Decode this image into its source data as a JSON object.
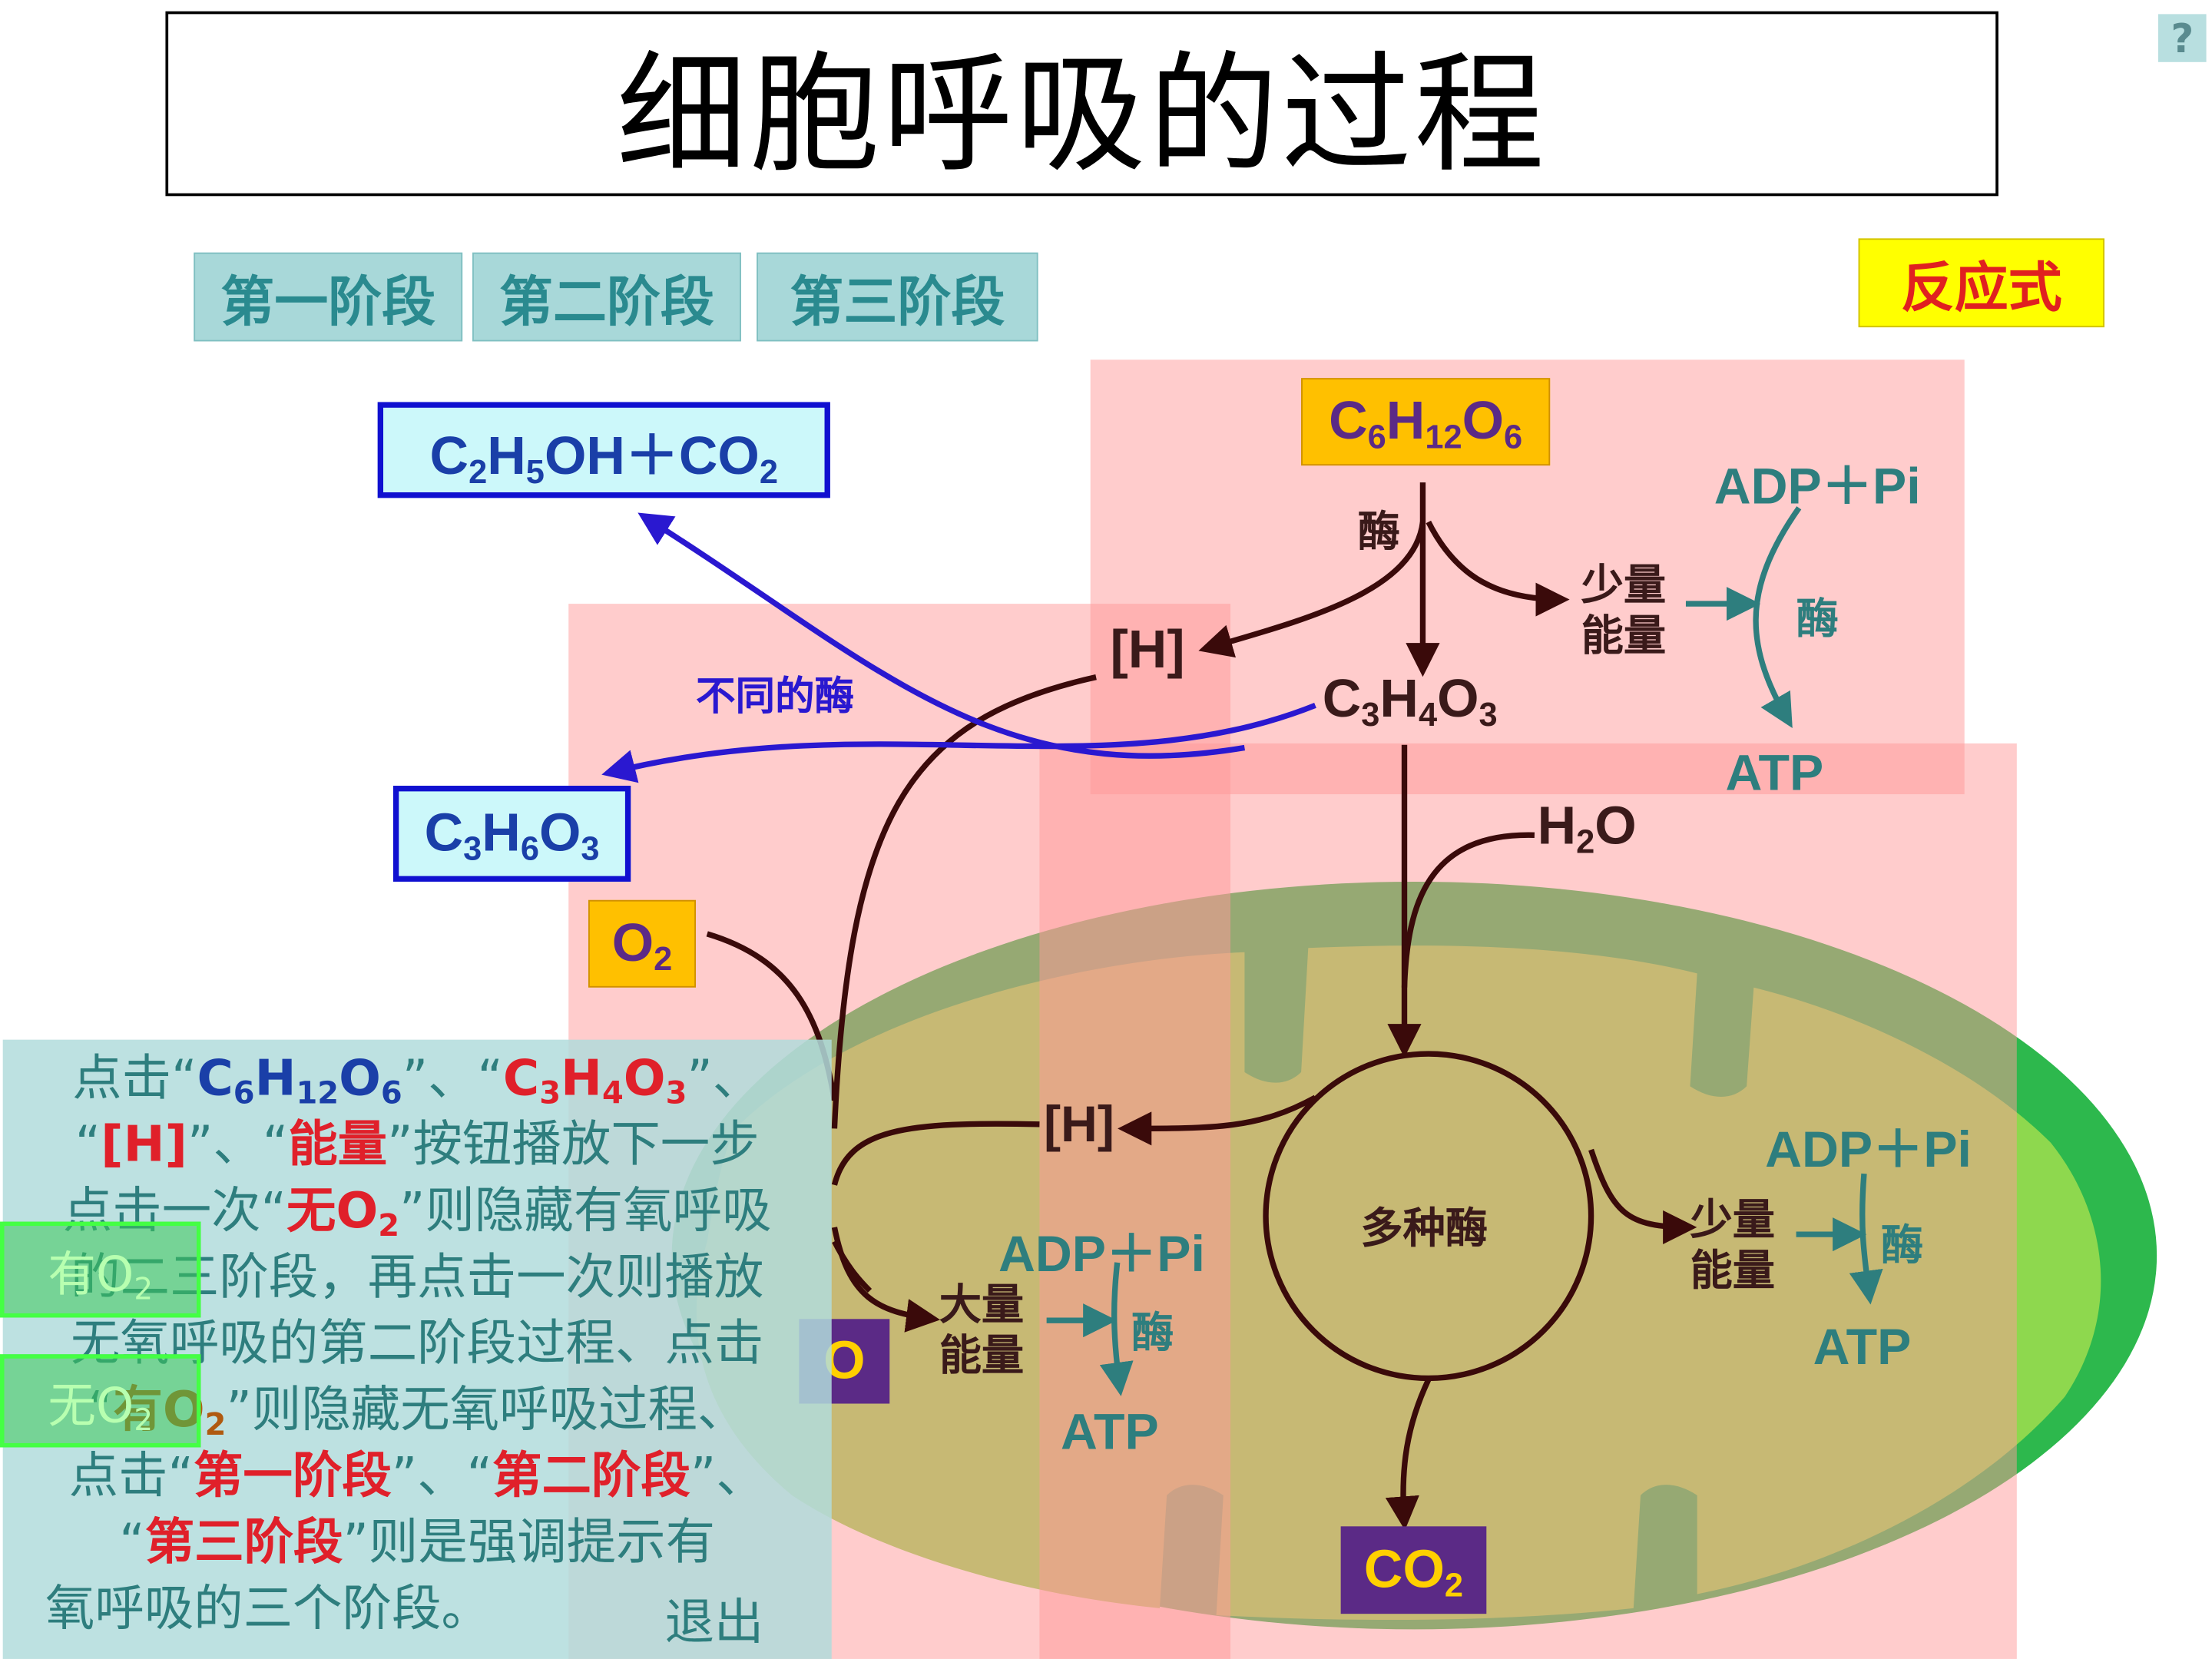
{
  "title": "细胞呼吸的过程",
  "help": "?",
  "buttons": {
    "stage1": "第一阶段",
    "stage2": "第二阶段",
    "stage3": "第三阶段",
    "reaction": "反应式"
  },
  "chem": {
    "ethanol_co2": "C2H5OH＋CO2",
    "lactic": "C3H6O3",
    "glucose": "C6H12O6",
    "pyruvate": "C3H4O3",
    "o2": "O2",
    "h2o": "H2O",
    "co2": "CO2",
    "h2o_box_partial": "O"
  },
  "labels": {
    "enzyme": "酶",
    "different_enzymes": "不同的酶",
    "h_top": "[H]",
    "h_mid": "[H]",
    "small_energy_top_1": "少量",
    "small_energy_top_2": "能量",
    "small_energy_right_1": "少量",
    "small_energy_right_2": "能量",
    "large_energy_1": "大量",
    "large_energy_2": "能量",
    "adp_pi": "ADP＋Pi",
    "atp": "ATP",
    "many_enzymes": "多种酶"
  },
  "instructions": {
    "l1_a": "点击“",
    "l1_glucose": "C6H12O6",
    "l1_b": "”、“",
    "l1_pyruvate": "C3H4O3",
    "l1_c": "”、",
    "l2_a": "“",
    "l2_h": "[H]",
    "l2_b": "”、“",
    "l2_energy": "能量",
    "l2_c": "”按钮播放下一步",
    "l3_a": "点击一次“",
    "l3_no_o2": "无O2",
    "l3_b": "”则隐藏有氧呼吸",
    "l4": "的二三阶段，再点击一次则播放",
    "l5": "无氧呼吸的第二阶段过程、点击",
    "l6_a": "“",
    "l6_o2": "有O2",
    "l6_b": "”则隐藏无氧呼吸过程、",
    "l7_a": "点击“",
    "l7_s1": "第一阶段",
    "l7_b": "”、“",
    "l7_s2": "第二阶段",
    "l7_c": "”、",
    "l8_a": "“",
    "l8_s3": "第三阶段",
    "l8_b": "”则是强调提示有",
    "l9": "氧呼吸的三个阶段。"
  },
  "toggles": {
    "with_o2": "有O2",
    "without_o2": "无O2"
  },
  "exit": "退出",
  "colors": {
    "highlight": "#ff9999",
    "mitochondrion_outer": "#2db84d",
    "mitochondrion_inner": "#8ed84e",
    "teal_text": "#2e7e7e",
    "arrow_dark": "#3a0a0a",
    "arrow_blue": "#2a18d0"
  }
}
